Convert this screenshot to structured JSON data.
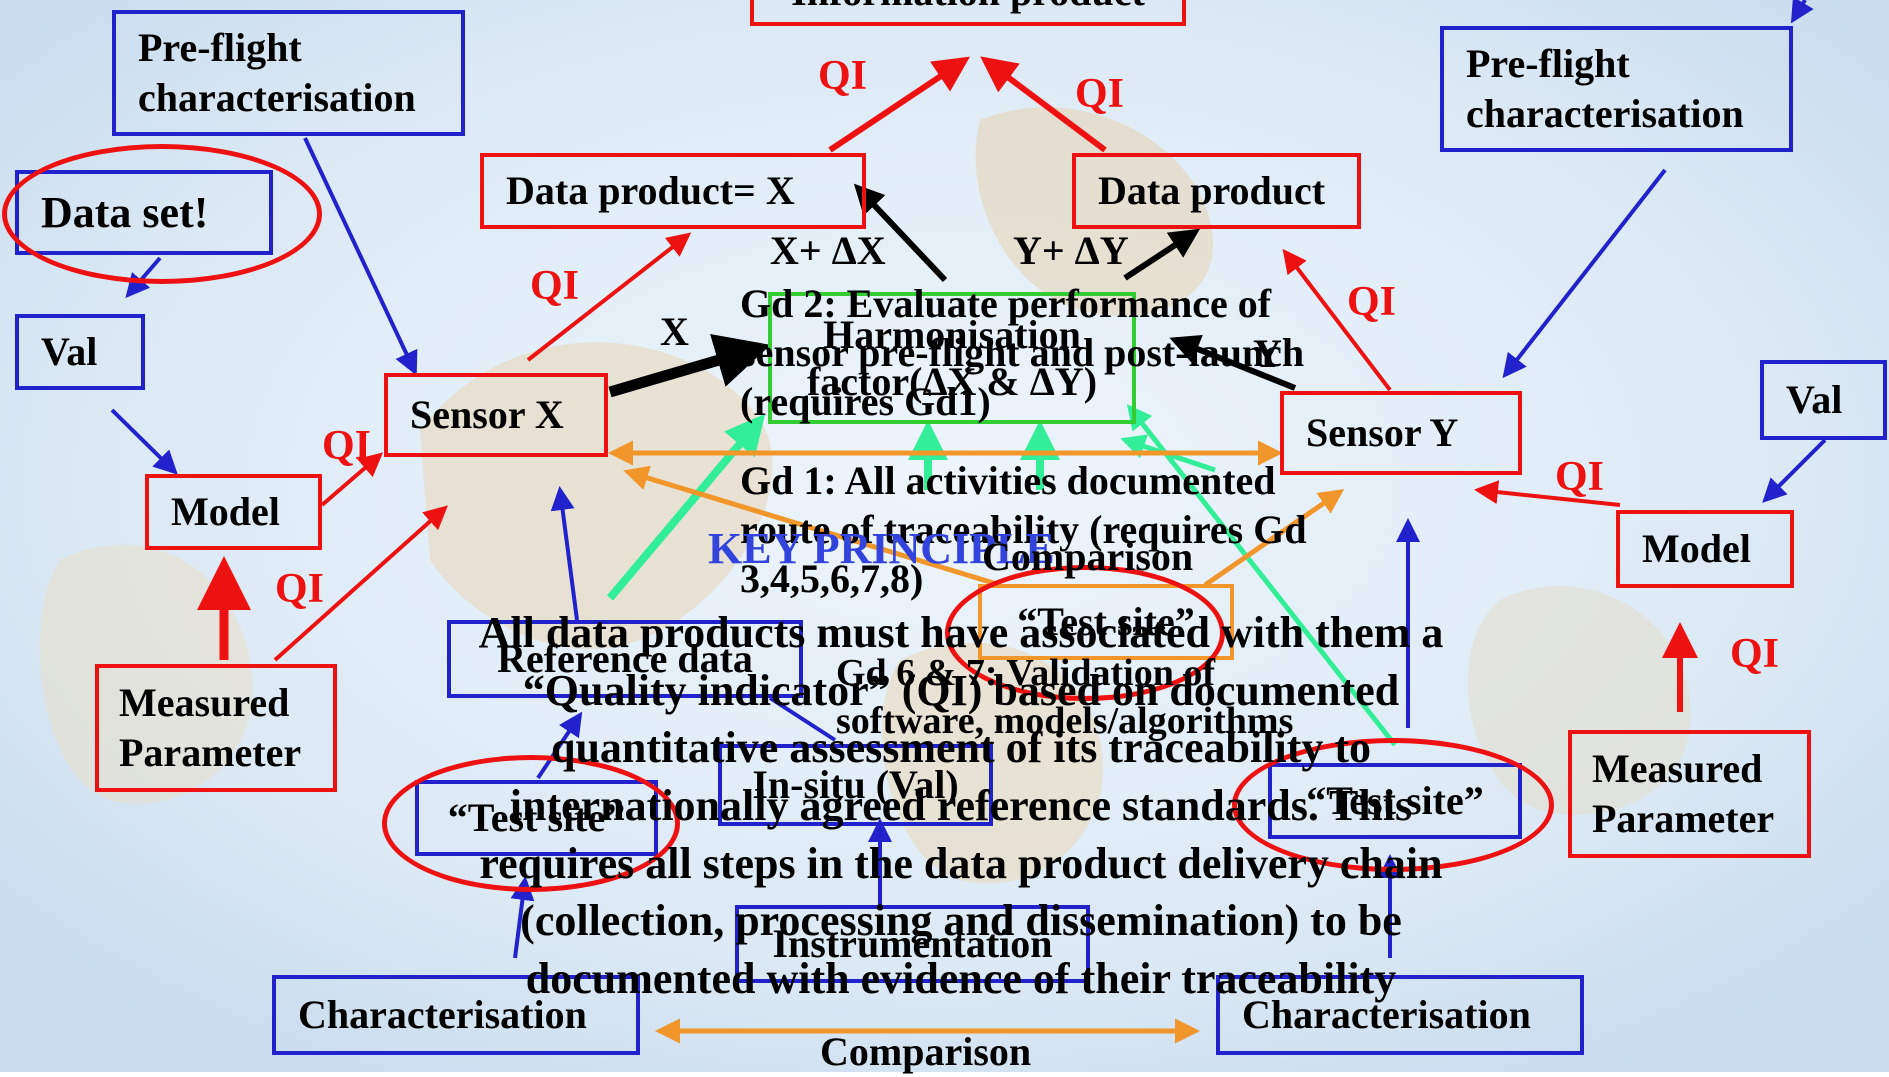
{
  "colors": {
    "red": "#ee1111",
    "blue": "#2222cc",
    "green": "#33cc33",
    "orange": "#f0962a",
    "cyan_arrow": "#33ee99"
  },
  "top": {
    "information_product": "Information product"
  },
  "left": {
    "preflight": [
      "Pre-flight",
      "characterisation"
    ],
    "data_set": "Data set!",
    "val": "Val",
    "model": "Model",
    "measured": [
      "Measured",
      "Parameter"
    ],
    "sensor": "Sensor X",
    "data_product": "Data product= X",
    "delta": "X+ ΔX",
    "x_arrow_label": "X",
    "test_site": "“Test site”",
    "reference_data": "Reference data",
    "characterisation": "Characterisation"
  },
  "right": {
    "preflight": [
      "Pre-flight",
      "characterisation"
    ],
    "val": "Val",
    "model": "Model",
    "measured": [
      "Measured",
      "Parameter"
    ],
    "sensor": "Sensor Y",
    "data_product": "Data product",
    "delta": "Y+ ΔY",
    "y_arrow_label": "Y",
    "test_site": "“Test site”",
    "characterisation": "Characterisation"
  },
  "center": {
    "harmonisation": [
      "Harmonisation",
      "factor(ΔX & ΔY)"
    ],
    "gd2": [
      "Gd 2: Evaluate performance of",
      "sensor pre-flight and post-launch",
      "(requires Gd1)"
    ],
    "gd1": [
      "Gd 1: All activities documented",
      "route of traceability (requires Gd",
      "3,4,5,6,7,8)"
    ],
    "key_principle": "KEY PRINCIPLE",
    "comparison_mid": "Comparison",
    "test_site_mid": "“Test site”",
    "gd67": [
      "Gd 6 & 7: Validation of",
      "software, models/algorithms"
    ],
    "insitu": "In-situ (Val)",
    "instrumentation": "Instrumentation",
    "comparison_bottom": "Comparison"
  },
  "qi_label": "QI",
  "principle_text": [
    "All data products must have associated with them a",
    "“Quality indicator” (QI) based on documented",
    "quantitative assessment of its traceability to",
    "internationally agreed reference standards. This",
    "requires all steps in the data product delivery chain",
    "(collection, processing and dissemination) to be",
    "documented with evidence of their traceability"
  ]
}
